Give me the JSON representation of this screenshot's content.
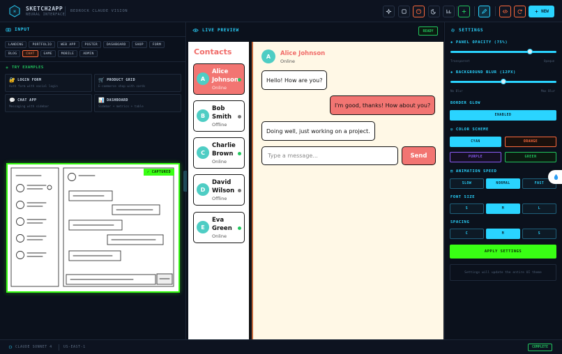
{
  "header": {
    "brand_name": "SKETCH2APP",
    "brand_sub": "NEURAL INTERFACE",
    "tagline": "BEDROCK CLAUDE VISION",
    "new_label": "NEW",
    "toolbar_icons": [
      "sparkle-icon",
      "square-icon",
      "palette-icon",
      "moon-icon",
      "chart-icon",
      "plus-icon",
      "pen-icon",
      "code-icon",
      "refresh-icon"
    ]
  },
  "input_panel": {
    "title": "INPUT",
    "tags_row1": [
      "LANDING",
      "PORTFOLIO",
      "WEB APP",
      "POSTER",
      "DASHBOARD",
      "SHOP",
      "FORM"
    ],
    "tags_row2": [
      "BLOG",
      "CHAT",
      "GAME",
      "MOBILE",
      "ADMIN"
    ],
    "active_tag": "CHAT",
    "try_title": "TRY EXAMPLES",
    "examples": [
      {
        "title": "LOGIN FORM",
        "desc": "Auth form with social login",
        "icon": "lock-icon"
      },
      {
        "title": "PRODUCT GRID",
        "desc": "E-commerce shop with cards",
        "icon": "cart-icon"
      },
      {
        "title": "CHAT APP",
        "desc": "Messaging with sidebar",
        "icon": "chat-icon"
      },
      {
        "title": "DASHBOARD",
        "desc": "Sidebar + metrics + table",
        "icon": "chart-icon"
      }
    ],
    "captured_label": "✓ CAPTURED"
  },
  "preview": {
    "title": "LIVE PREVIEW",
    "status": "READY",
    "contacts_title": "Contacts",
    "contacts": [
      {
        "initial": "A",
        "first": "Alice",
        "last": "Johnson",
        "status": "Online",
        "online": true,
        "active": true
      },
      {
        "initial": "B",
        "first": "Bob",
        "last": "Smith",
        "status": "Offline",
        "online": false,
        "active": false
      },
      {
        "initial": "C",
        "first": "Charlie",
        "last": "Brown",
        "status": "Online",
        "online": true,
        "active": false
      },
      {
        "initial": "D",
        "first": "David",
        "last": "Wilson",
        "status": "Offline",
        "online": false,
        "active": false
      },
      {
        "initial": "E",
        "first": "Eva",
        "last": "Green",
        "status": "Online",
        "online": true,
        "active": false
      }
    ],
    "chat": {
      "avatar": "A",
      "name": "Alice Johnson",
      "status": "Online",
      "messages": [
        {
          "text": "Hello! How are you?",
          "dir": "in"
        },
        {
          "text": "I'm good, thanks! How about you?",
          "dir": "out"
        },
        {
          "text": "Doing well, just working on a project.",
          "dir": "in"
        }
      ],
      "input_placeholder": "Type a message...",
      "send_label": "Send"
    }
  },
  "settings": {
    "title": "SETTINGS",
    "opacity_label": "PANEL OPACITY (75%)",
    "opacity_value": 0.75,
    "opacity_min_label": "Transparent",
    "opacity_max_label": "Opaque",
    "blur_label": "BACKGROUND BLUR (12PX)",
    "blur_value": 0.5,
    "blur_min_label": "No Blur",
    "blur_max_label": "Max Blur",
    "glow_label": "BORDER GLOW",
    "glow_value": "ENABLED",
    "scheme_label": "COLOR SCHEME",
    "schemes": [
      "CYAN",
      "ORANGE",
      "PURPLE",
      "GREEN"
    ],
    "scheme_selected": "CYAN",
    "speed_label": "ANIMATION SPEED",
    "speeds": [
      "SLOW",
      "NORMAL",
      "FAST"
    ],
    "speed_selected": "NORMAL",
    "font_label": "FONT SIZE",
    "fonts": [
      "S",
      "M",
      "L"
    ],
    "font_selected": "M",
    "spacing_label": "SPACING",
    "spacings": [
      "C",
      "M",
      "S"
    ],
    "spacing_selected": "M",
    "apply_label": "APPLY SETTINGS",
    "note": "Settings will update the entire UI theme"
  },
  "status_bar": {
    "model": "CLAUDE SONNET 4",
    "region": "US-EAST-1",
    "state": "COMPLETE"
  },
  "colors": {
    "accent": "#2ad4ff",
    "success": "#39ff14",
    "orange": "#ff6a3d",
    "coral": "#f27572",
    "teal": "#4ecdc4"
  }
}
